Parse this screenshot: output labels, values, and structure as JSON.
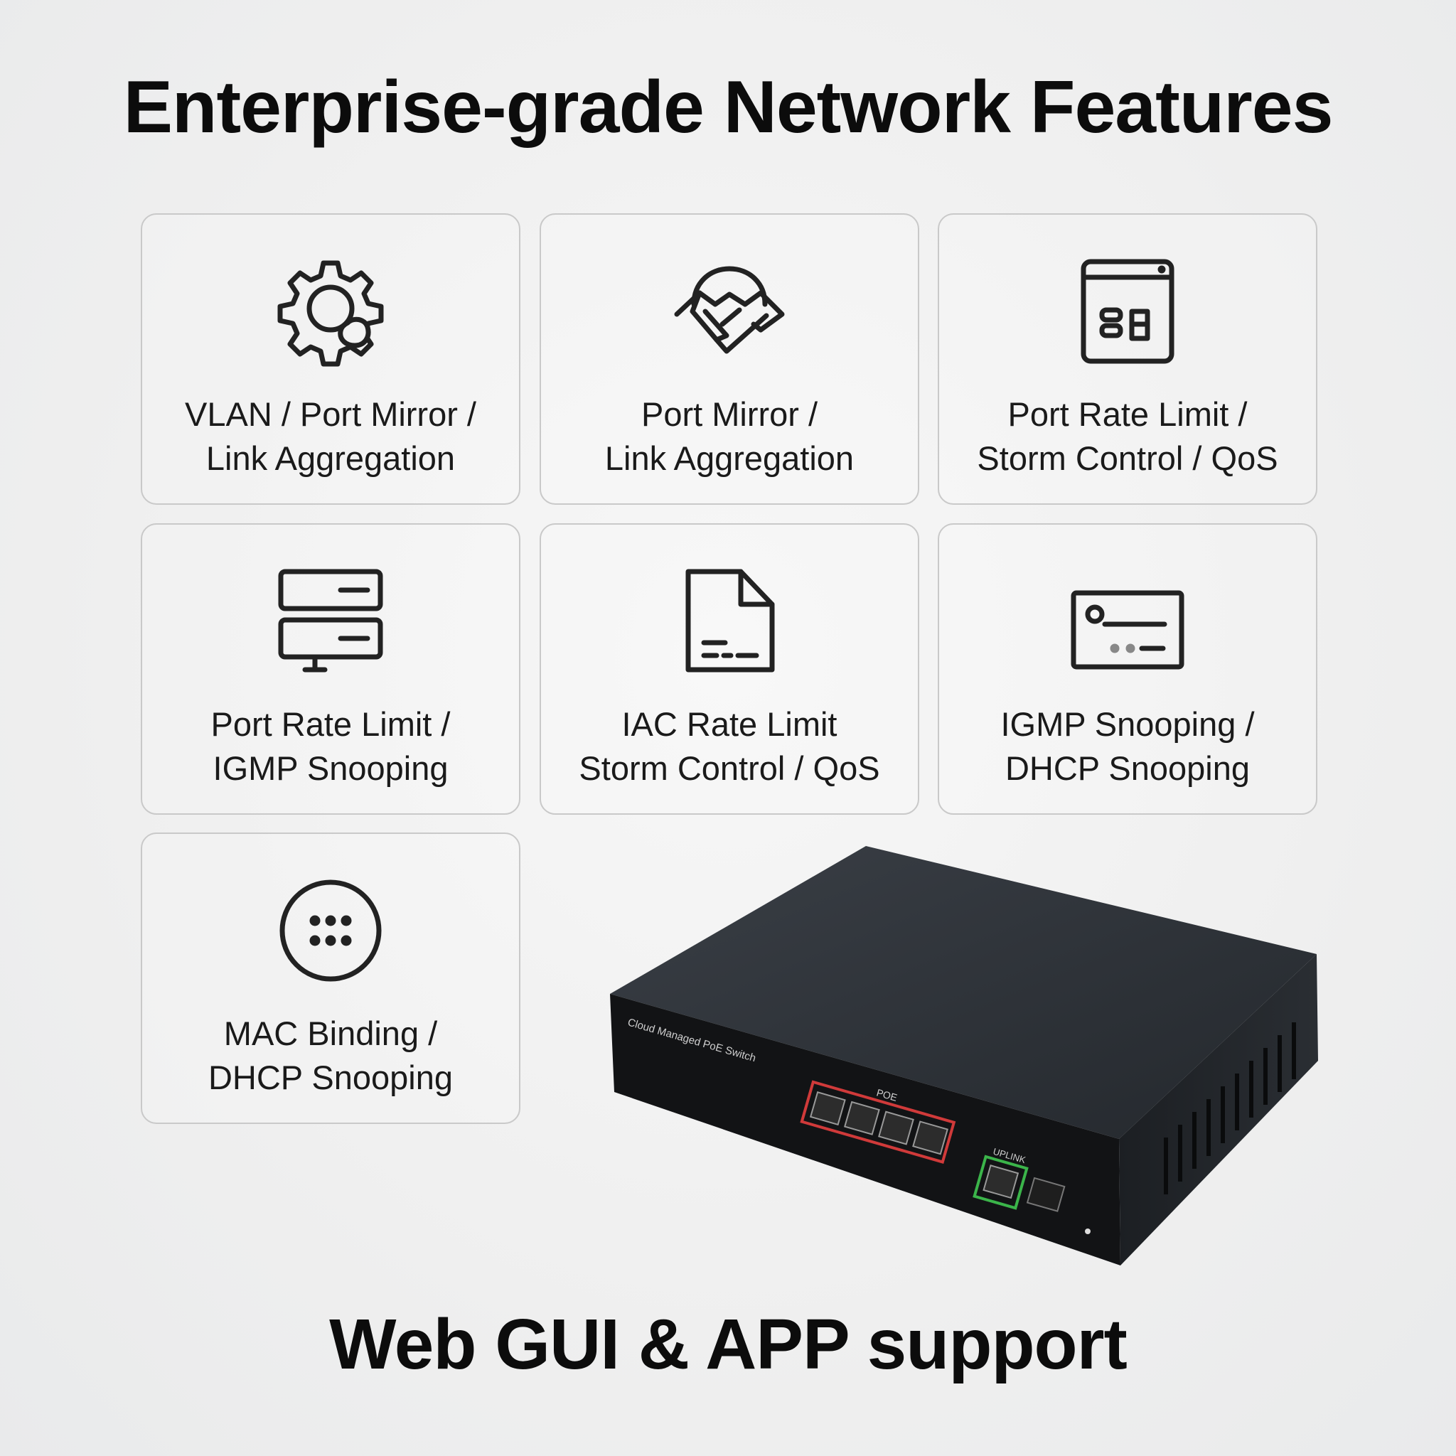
{
  "header": {
    "title": "Enterprise-grade Network Features"
  },
  "features": [
    {
      "icon": "gear-user-icon",
      "line1": "VLAN / Port Mirror /",
      "line2": "Link Aggregation"
    },
    {
      "icon": "cloud-handshake-icon",
      "line1": "Port Mirror /",
      "line2": "Link Aggregation"
    },
    {
      "icon": "browser-window-icon",
      "line1": "Port Rate Limit /",
      "line2": "Storm Control / QoS"
    },
    {
      "icon": "server-stack-icon",
      "line1": "Port Rate Limit /",
      "line2": "IGMP Snooping"
    },
    {
      "icon": "document-icon",
      "line1": "IAC Rate Limit",
      "line2": "Storm Control / QoS"
    },
    {
      "icon": "id-card-icon",
      "line1": "IGMP Snooping /",
      "line2": "DHCP Snooping"
    },
    {
      "icon": "dots-circle-icon",
      "line1": "MAC Binding /",
      "line2": "DHCP Snooping"
    }
  ],
  "device": {
    "label": "Cloud Managed PoE Switch",
    "poe_label": "POE",
    "uplink_label": "UPLINK",
    "colors": {
      "body": "#2b2f35",
      "front": "#141517",
      "poe_border": "#d03a3a",
      "uplink_border": "#3bb44a"
    }
  },
  "footer": {
    "text": "Web GUI & APP support"
  }
}
